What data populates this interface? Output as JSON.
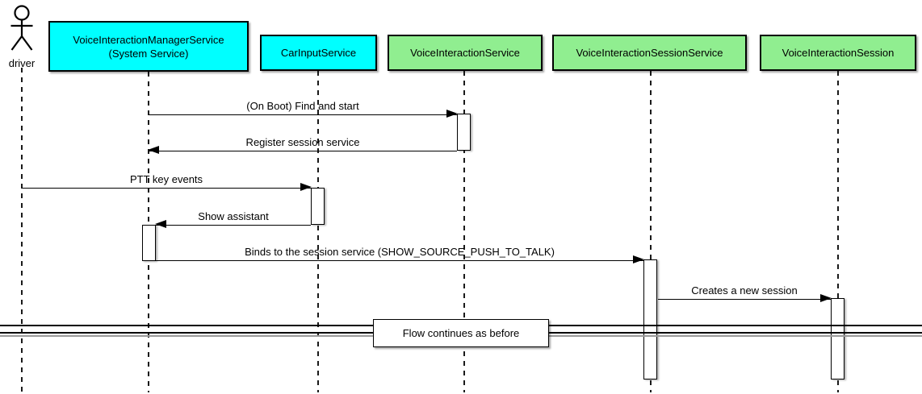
{
  "diagram": {
    "kind": "uml-sequence-diagram",
    "background": "#FFFFFF",
    "line_color": "#000000"
  },
  "actor": {
    "label": "driver"
  },
  "participants": [
    {
      "label": "VoiceInteractionManagerService",
      "sublabel": "(System Service)",
      "fill": "#00FFFF"
    },
    {
      "label": "CarInputService",
      "fill": "#00FFFF"
    },
    {
      "label": "VoiceInteractionService",
      "fill": "#90EE90"
    },
    {
      "label": "VoiceInteractionSessionService",
      "fill": "#90EE90"
    },
    {
      "label": "VoiceInteractionSession",
      "fill": "#90EE90"
    }
  ],
  "messages": [
    {
      "label": "(On Boot) Find and start",
      "from": "VoiceInteractionManagerService",
      "to": "VoiceInteractionService",
      "direction": "right"
    },
    {
      "label": "Register session service",
      "from": "VoiceInteractionService",
      "to": "VoiceInteractionManagerService",
      "direction": "left"
    },
    {
      "label": "PTT key events",
      "from": "driver",
      "to": "CarInputService",
      "direction": "right"
    },
    {
      "label": "Show assistant",
      "from": "CarInputService",
      "to": "VoiceInteractionManagerService",
      "direction": "left"
    },
    {
      "label": "Binds to the session service (SHOW_SOURCE_PUSH_TO_TALK)",
      "from": "VoiceInteractionManagerService",
      "to": "VoiceInteractionSessionService",
      "direction": "right"
    },
    {
      "label": "Creates a new session",
      "from": "VoiceInteractionSessionService",
      "to": "VoiceInteractionSession",
      "direction": "right"
    }
  ],
  "divider": {
    "label": "Flow continues as before"
  },
  "colors": {
    "participant_cyan": "#00FFFF",
    "participant_green": "#90EE90",
    "lifeline": "#1A1A1A",
    "shadow": "#9A9A9A"
  }
}
